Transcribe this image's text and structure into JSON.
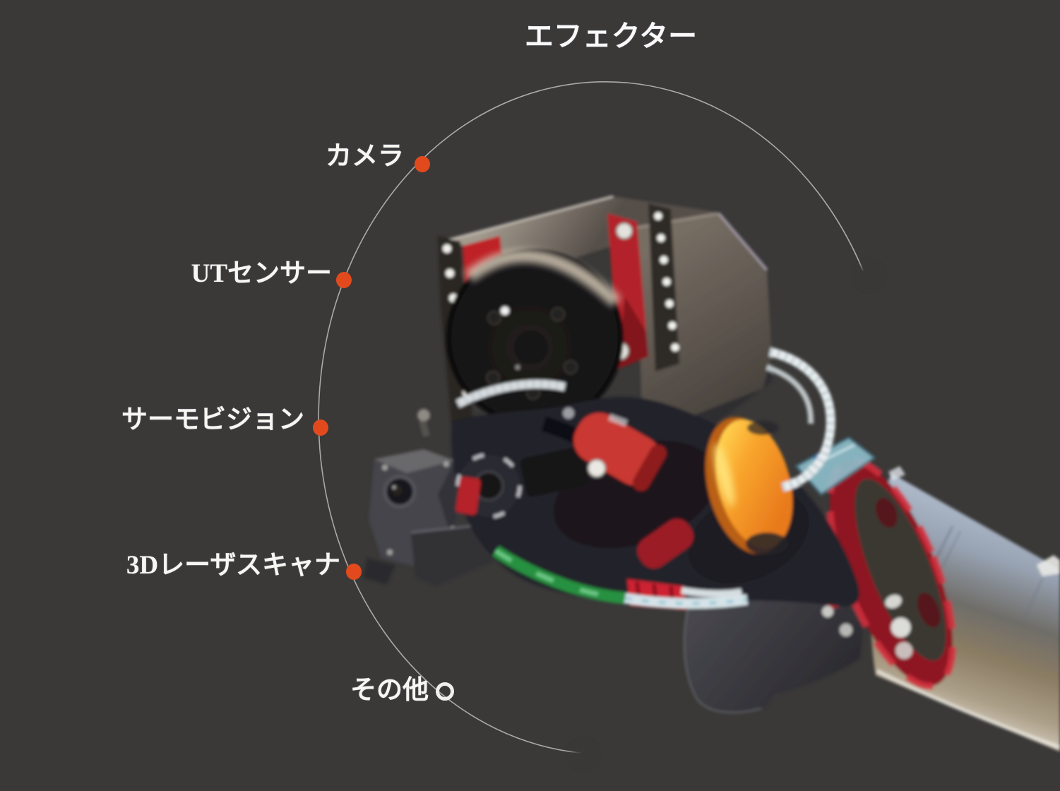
{
  "diagram": {
    "title": "エフェクター",
    "items": [
      {
        "label": "カメラ",
        "marker": "filled"
      },
      {
        "label": "UTセンサー",
        "marker": "filled"
      },
      {
        "label": "サーモビジョン",
        "marker": "filled"
      },
      {
        "label": "3Dレーザスキャナ",
        "marker": "filled"
      },
      {
        "label": "その他",
        "marker": "hollow"
      }
    ],
    "colors": {
      "background": "#3a3938",
      "label_text": "#f8f6f2",
      "marker_fill": "#e24a1e",
      "marker_hollow_ring": "#efefef",
      "guide_arc": "#d8d6d2",
      "orange_disc": "#f59a28",
      "flange_red": "#c2252e",
      "arm_silver": "#a9b4c4"
    }
  }
}
